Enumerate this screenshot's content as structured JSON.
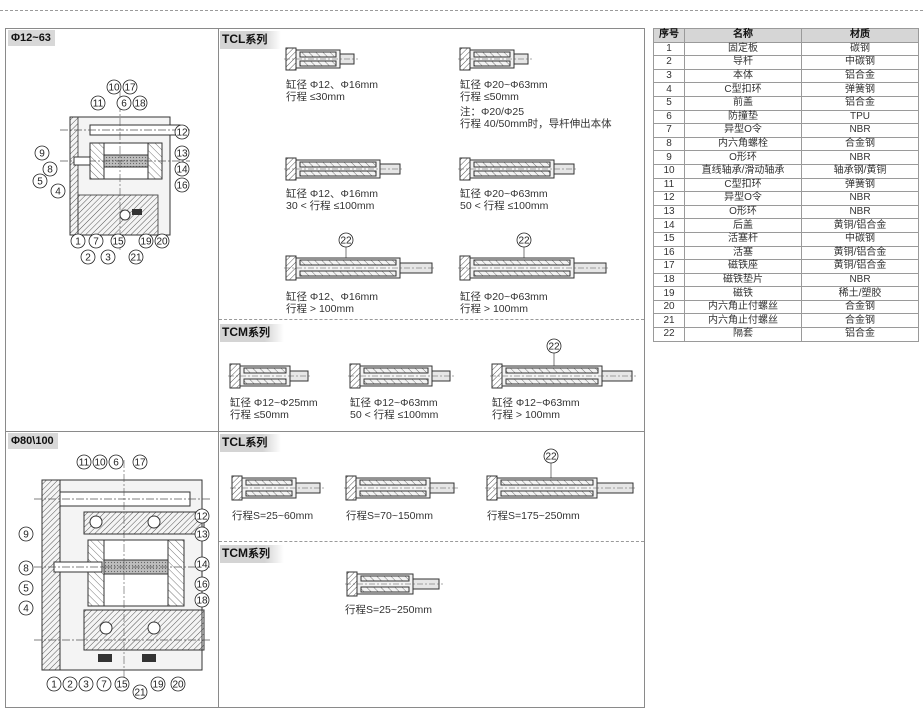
{
  "section1": {
    "size_tag": "Φ12~63",
    "tcl_title": "TCL",
    "tcl_suffix": "系列",
    "tcm_title": "TCM",
    "tcm_suffix": "系列",
    "tcl_items": [
      {
        "line1": "缸径 Φ12、Φ16mm",
        "line2": "行程 ≤30mm"
      },
      {
        "line1": "缸径 Φ20~Φ63mm",
        "line2": "行程 ≤50mm",
        "line3": "注：Φ20/Φ25",
        "line4": "行程 40/50mm时，导杆伸出本体"
      },
      {
        "line1": "缸径 Φ12、Φ16mm",
        "line2": "30 < 行程 ≤100mm"
      },
      {
        "line1": "缸径 Φ20~Φ63mm",
        "line2": "50 < 行程 ≤100mm"
      },
      {
        "line1": "缸径 Φ12、Φ16mm",
        "line2": "行程 > 100mm",
        "badge": "22"
      },
      {
        "line1": "缸径 Φ20~Φ63mm",
        "line2": "行程 > 100mm",
        "badge": "22"
      }
    ],
    "tcm_items": [
      {
        "line1": "缸径 Φ12~Φ25mm",
        "line2": "行程 ≤50mm"
      },
      {
        "line1": "缸径 Φ12~Φ63mm",
        "line2": "50 < 行程 ≤100mm"
      },
      {
        "line1": "缸径 Φ12~Φ63mm",
        "line2": "行程 > 100mm",
        "badge": "22"
      }
    ],
    "callouts": {
      "top": [
        "10",
        "17",
        "11",
        "6",
        "18"
      ],
      "right": [
        "12",
        "13",
        "14",
        "16"
      ],
      "left": [
        "9",
        "8",
        "5",
        "4"
      ],
      "bottom": [
        "1",
        "7",
        "15",
        "19",
        "20",
        "2",
        "3",
        "21"
      ]
    }
  },
  "section2": {
    "size_tag": "Φ80\\100",
    "tcl_title": "TCL",
    "tcl_suffix": "系列",
    "tcm_title": "TCM",
    "tcm_suffix": "系列",
    "tcl_items": [
      {
        "line1": "行程S=25~60mm"
      },
      {
        "line1": "行程S=70~150mm"
      },
      {
        "line1": "行程S=175~250mm",
        "badge": "22"
      }
    ],
    "tcm_items": [
      {
        "line1": "行程S=25~250mm"
      }
    ],
    "callouts": {
      "top": [
        "11",
        "10",
        "6",
        "17"
      ],
      "right": [
        "12",
        "13",
        "14",
        "16",
        "18"
      ],
      "left": [
        "9",
        "8",
        "5",
        "4"
      ],
      "bottom": [
        "1",
        "2",
        "3",
        "7",
        "15",
        "19",
        "20",
        "21"
      ]
    }
  },
  "table": {
    "headers": [
      "序号",
      "名称",
      "材质"
    ],
    "rows": [
      [
        "1",
        "固定板",
        "碳钢"
      ],
      [
        "2",
        "导杆",
        "中碳钢"
      ],
      [
        "3",
        "本体",
        "铝合金"
      ],
      [
        "4",
        "C型扣环",
        "弹簧钢"
      ],
      [
        "5",
        "前盖",
        "铝合金"
      ],
      [
        "6",
        "防撞垫",
        "TPU"
      ],
      [
        "7",
        "异型O令",
        "NBR"
      ],
      [
        "8",
        "内六角螺栓",
        "合金钢"
      ],
      [
        "9",
        "O形环",
        "NBR"
      ],
      [
        "10",
        "直线轴承/滑动轴承",
        "轴承钢/黄铜"
      ],
      [
        "11",
        "C型扣环",
        "弹簧钢"
      ],
      [
        "12",
        "异型O令",
        "NBR"
      ],
      [
        "13",
        "O形环",
        "NBR"
      ],
      [
        "14",
        "后盖",
        "黄铜/铝合金"
      ],
      [
        "15",
        "活塞杆",
        "中碳钢"
      ],
      [
        "16",
        "活塞",
        "黄铜/铝合金"
      ],
      [
        "17",
        "磁铁座",
        "黄铜/铝合金"
      ],
      [
        "18",
        "磁铁垫片",
        "NBR"
      ],
      [
        "19",
        "磁铁",
        "稀土/塑胶"
      ],
      [
        "20",
        "内六角止付螺丝",
        "合金钢"
      ],
      [
        "21",
        "内六角止付螺丝",
        "合金钢"
      ],
      [
        "22",
        "隔套",
        "铝合金"
      ]
    ]
  }
}
